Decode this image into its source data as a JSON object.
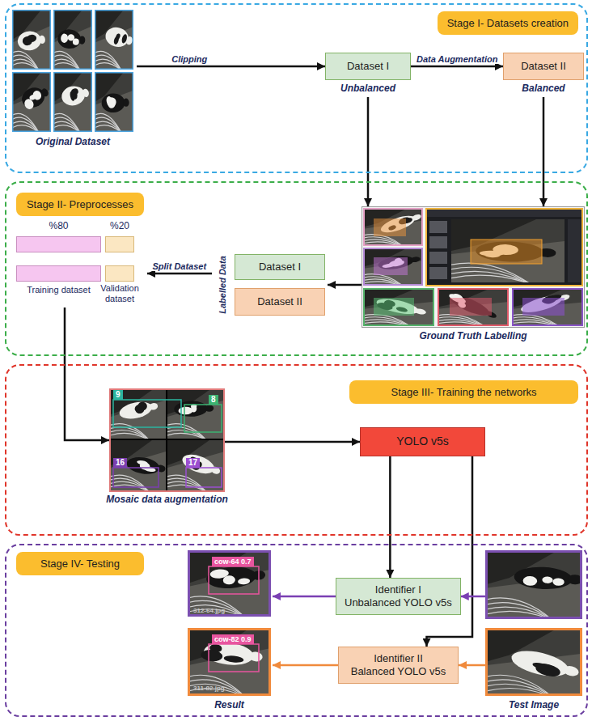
{
  "diagram": {
    "nodes": [
      {
        "text": [
          "Stage I- Datasets creation"
        ]
      },
      {
        "text": [
          "Original Dataset"
        ],
        "in": 0
      },
      {
        "text": [
          "Dataset I",
          "Unbalanced"
        ],
        "in": 0
      },
      {
        "text": [
          "Dataset II",
          "Balanced"
        ],
        "in": 0
      },
      {
        "text": [
          "Stage II- Preprocesses"
        ]
      },
      {
        "text": [
          "Ground Truth Labelling"
        ],
        "in": 4
      },
      {
        "text": [
          "Labelled Data"
        ],
        "in": 4
      },
      {
        "text": [
          "Dataset I"
        ],
        "in": 6
      },
      {
        "text": [
          "Dataset II"
        ],
        "in": 6
      },
      {
        "text": [
          "%80",
          "%20",
          "Training dataset",
          "Validation dataset"
        ],
        "in": 4
      },
      {
        "text": [
          "Stage III- Training the networks"
        ]
      },
      {
        "text": [
          "Mosaic data augmentation"
        ],
        "in": 10
      },
      {
        "text": [
          "YOLO v5s"
        ],
        "in": 10
      },
      {
        "text": [
          "Stage IV- Testing"
        ]
      },
      {
        "text": [
          "Result"
        ],
        "in": 13
      },
      {
        "text": [
          "Identifier I",
          "Unbalanced YOLO v5s"
        ],
        "in": 13
      },
      {
        "text": [
          "Identifier II",
          "Balanced YOLO v5s"
        ],
        "in": 13
      },
      {
        "text": [
          "Test Image"
        ],
        "in": 13
      }
    ],
    "edges": [
      {
        "from": 1,
        "to": 2,
        "label": "Clipping",
        "arrow": "to"
      },
      {
        "from": 2,
        "to": 3,
        "label": "Data Augmentation",
        "arrow": "to"
      },
      {
        "from": 2,
        "to": 5,
        "arrow": "to"
      },
      {
        "from": 3,
        "to": 5,
        "arrow": "to"
      },
      {
        "from": 5,
        "to": 6,
        "arrow": "to"
      },
      {
        "from": 6,
        "to": 9,
        "label": "Split Dataset",
        "arrow": "to"
      },
      {
        "from": 9,
        "to": 11,
        "arrow": "to"
      },
      {
        "from": 11,
        "to": 12,
        "arrow": "to"
      },
      {
        "from": 12,
        "to": 15,
        "arrow": "to"
      },
      {
        "from": 12,
        "to": 16,
        "arrow": "to"
      },
      {
        "from": 15,
        "to": 14,
        "arrow": "to"
      },
      {
        "from": 16,
        "to": 14,
        "arrow": "to"
      },
      {
        "from": 17,
        "to": 15,
        "arrow": "to"
      },
      {
        "from": 17,
        "to": 16,
        "arrow": "to"
      }
    ],
    "labels": [
      "9",
      "8",
      "16",
      "17",
      "cow-64 0.7",
      "312-64.jpg",
      "cow-82 0.9",
      "311-82.jpg"
    ]
  }
}
